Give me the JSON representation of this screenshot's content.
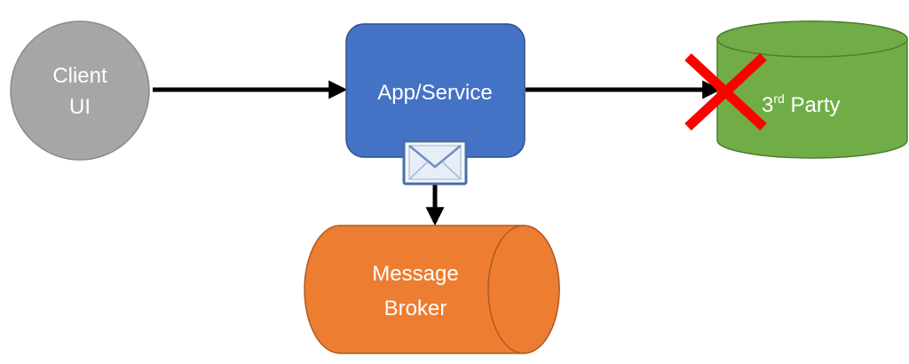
{
  "nodes": {
    "client_ui": {
      "line1": "Client",
      "line2": "UI",
      "color": "#a6a6a6"
    },
    "app_service": {
      "label": "App/Service",
      "color": "#4472c4"
    },
    "third_party": {
      "label_prefix": "3",
      "label_sup": "rd",
      "label_suffix": " Party",
      "color": "#70ad47",
      "status": "unavailable"
    },
    "message_broker": {
      "line1": "Message",
      "line2": "Broker",
      "color": "#ed7d31"
    }
  },
  "edges": [
    {
      "from": "client_ui",
      "to": "app_service"
    },
    {
      "from": "app_service",
      "to": "third_party"
    },
    {
      "from": "app_service",
      "to": "message_broker"
    }
  ],
  "icons": {
    "message": "envelope-icon",
    "failure": "red-x-icon"
  },
  "colors": {
    "arrow": "#000000",
    "failure": "#ff0000"
  }
}
